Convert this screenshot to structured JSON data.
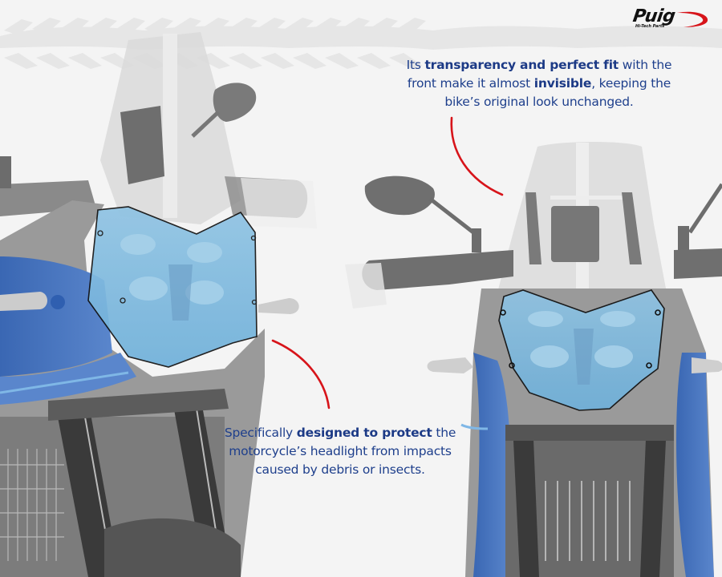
{
  "brand": {
    "name": "Puig",
    "tagline": "Hi-Tech Parts",
    "swoosh_color": "#d7141a"
  },
  "callouts": {
    "top": {
      "prefix": "Its ",
      "bold1": "transparency and perfect fit",
      "mid1": " with the front make it almost ",
      "bold2": "invisible",
      "suffix": ", keeping the bike’s original look unchanged."
    },
    "bottom": {
      "prefix": "Specifically ",
      "bold1": "designed to protect",
      "suffix": " the motorcycle’s headlight from impacts caused by debris or insects."
    }
  },
  "colors": {
    "background": "#f4f4f4",
    "text": "#1e3f8c",
    "accent_curve": "#d7141a",
    "protector_tint": "#8cc4e4",
    "bike_blue": "#3d6fbf",
    "bike_grey": "#8d8d8d"
  },
  "images": {
    "left": "motorcycle three-quarter view with tinted headlight protector",
    "right": "motorcycle front view with tinted headlight protector"
  }
}
